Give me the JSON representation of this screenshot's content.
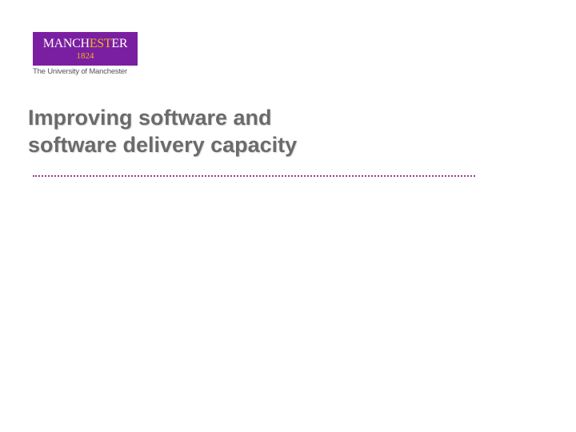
{
  "logo": {
    "word_start": "MANCH",
    "word_highlight": "EST",
    "word_end": "ER",
    "year": "1824",
    "institution": "The University of Manchester",
    "colors": {
      "background": "#7b1fa2",
      "text": "#ffffff",
      "highlight": "#f3b51b"
    }
  },
  "slide": {
    "title_line1": "Improving software and",
    "title_line2": "software delivery capacity",
    "title_color": "#6b6b6b",
    "rule_color": "#a0379a"
  }
}
